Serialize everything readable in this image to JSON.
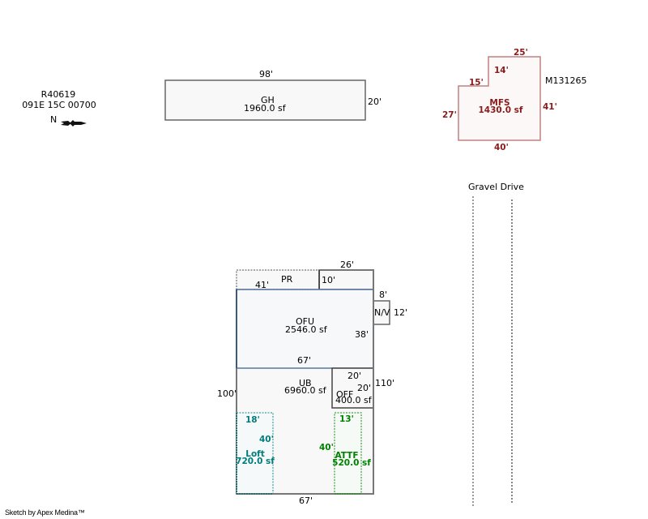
{
  "parcel": {
    "id": "R40619",
    "map_number": "091E 15C 00700",
    "north_label": "N",
    "north_arrow_icon": "north-arrow-icon"
  },
  "structures": {
    "gh": {
      "code": "GH",
      "area": "1960.0 sf",
      "dims": {
        "top": "98'",
        "right": "20'"
      }
    },
    "mfs": {
      "code": "MFS",
      "area": "1430.0 sf",
      "id": "M131265",
      "color": "#8b1a1a",
      "dims": {
        "top": "25'",
        "inner_vertical": "14'",
        "step": "15'",
        "left": "27'",
        "right": "41'",
        "bottom": "40'"
      }
    },
    "pr": {
      "code": "PR",
      "dims": {
        "bottom": "41'",
        "side": "10'",
        "top_right": "26'"
      }
    },
    "nv": {
      "code": "N/V",
      "dims": {
        "top": "8'",
        "right": "12'"
      }
    },
    "ofu": {
      "code": "OFU",
      "area": "2546.0 sf",
      "dims": {
        "right": "38'",
        "bottom": "67'"
      }
    },
    "ub": {
      "code": "UB",
      "area": "6960.0 sf",
      "dims": {
        "left": "100'",
        "right": "110'",
        "bottom": "67'"
      }
    },
    "off": {
      "code": "OFF",
      "area": "400.0 sf",
      "dims": {
        "top": "20'",
        "right": "20'"
      }
    },
    "loft": {
      "code": "Loft",
      "area": "720.0 sf",
      "color": "#007b7b",
      "dims": {
        "top": "18'",
        "side": "40'"
      }
    },
    "attf": {
      "code": "ATTF",
      "area": "520.0 sf",
      "color": "#008000",
      "dims": {
        "top": "13'",
        "side": "40'"
      }
    }
  },
  "features": {
    "gravel_drive": "Gravel Drive"
  },
  "footer": {
    "credit": "Sketch by Apex Medina™"
  }
}
